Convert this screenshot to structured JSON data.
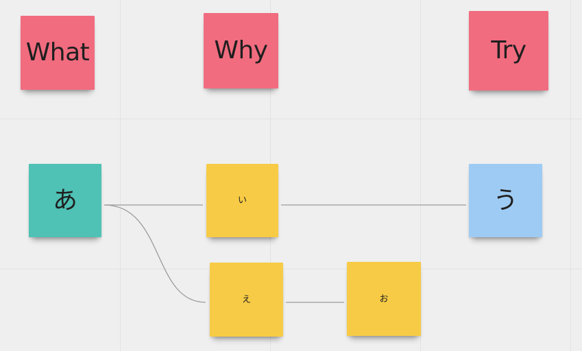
{
  "board": {
    "headers": {
      "what": "What",
      "why": "Why",
      "try": "Try"
    },
    "notes": {
      "a": "あ",
      "i": "い",
      "u": "う",
      "e": "え",
      "o": "お"
    }
  },
  "colors": {
    "header_red": "#f16c7f",
    "teal": "#4fc1b5",
    "yellow": "#f7cb45",
    "blue": "#9ecbf3",
    "connector": "#9b9b9b",
    "canvas": "#efefef",
    "grid": "#e2e2e2"
  }
}
